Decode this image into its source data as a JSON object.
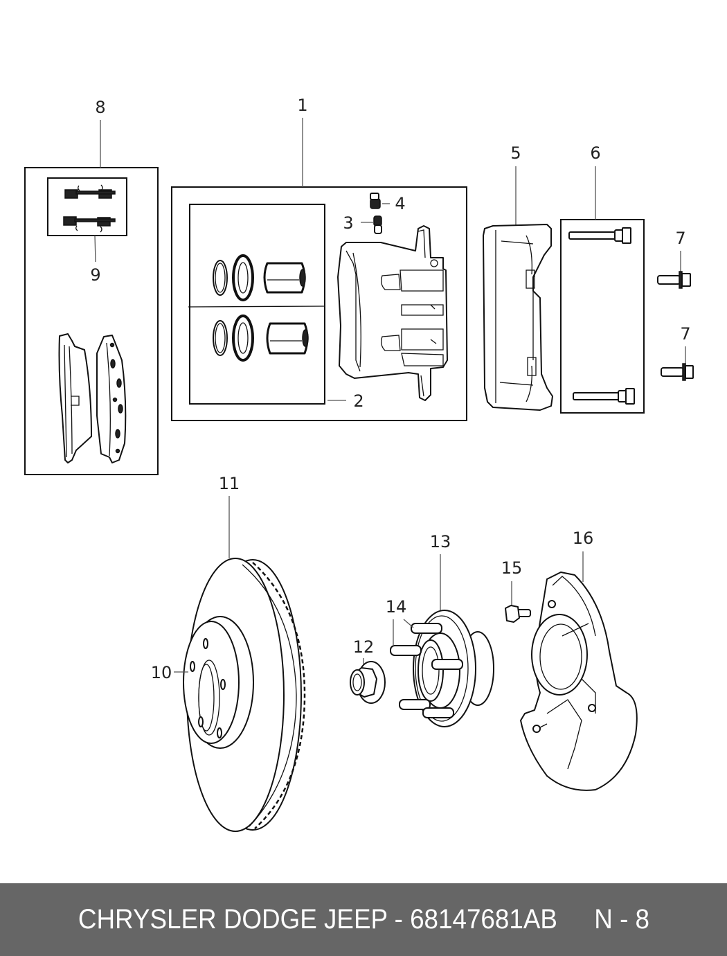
{
  "diagram": {
    "title": "Front brake assembly exploded parts diagram",
    "callouts": {
      "c1": "1",
      "c2": "2",
      "c3": "3",
      "c4": "4",
      "c5": "5",
      "c6": "6",
      "c7a": "7",
      "c7b": "7",
      "c8": "8",
      "c9": "9",
      "c10": "10",
      "c11": "11",
      "c12": "12",
      "c13": "13",
      "c14": "14",
      "c15": "15",
      "c16": "16"
    },
    "parts": [
      {
        "callout": "1",
        "name": "brake caliper kit"
      },
      {
        "callout": "2",
        "name": "caliper seal and piston kit"
      },
      {
        "callout": "3",
        "name": "bleeder screw"
      },
      {
        "callout": "4",
        "name": "bleeder cap"
      },
      {
        "callout": "5",
        "name": "caliper adapter"
      },
      {
        "callout": "6",
        "name": "guide pin kit"
      },
      {
        "callout": "7",
        "name": "bolt"
      },
      {
        "callout": "8",
        "name": "brake pad kit"
      },
      {
        "callout": "9",
        "name": "pad clip kit"
      },
      {
        "callout": "10",
        "name": "rotor mounting hole"
      },
      {
        "callout": "11",
        "name": "brake rotor"
      },
      {
        "callout": "12",
        "name": "hub nut"
      },
      {
        "callout": "13",
        "name": "hub and bearing"
      },
      {
        "callout": "14",
        "name": "wheel stud"
      },
      {
        "callout": "15",
        "name": "bolt"
      },
      {
        "callout": "16",
        "name": "splash shield"
      }
    ]
  },
  "footer": {
    "brand_part": "CHRYSLER DODGE JEEP - 68147681AB",
    "sheet": "N - 8",
    "background_color": "#666666",
    "text_color": "#ffffff"
  }
}
